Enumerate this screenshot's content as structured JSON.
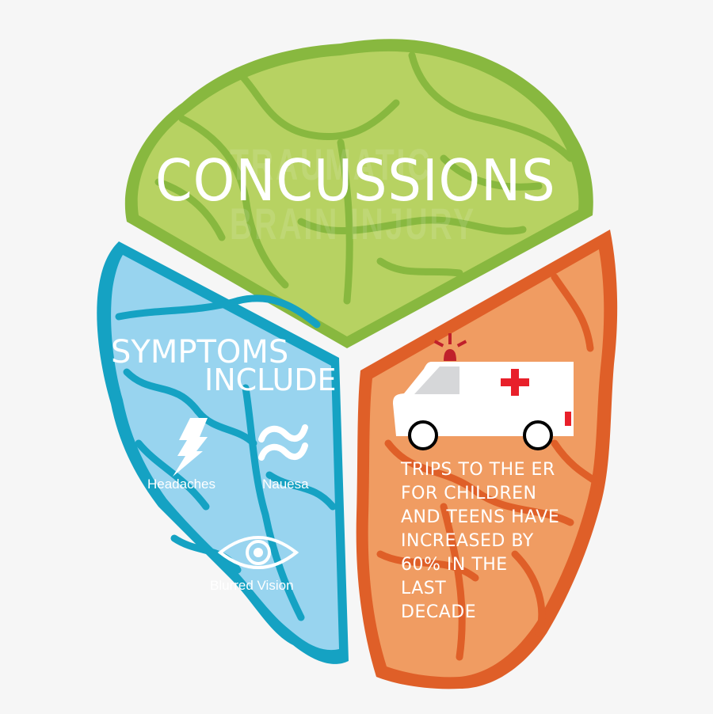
{
  "title": "CONCUSSIONS",
  "watermark": {
    "line1": "TRAUMATIC",
    "line2": "BRAIN INJURY"
  },
  "symptoms": {
    "heading_line1": "SYMPTOMS",
    "heading_line2": "INCLUDE",
    "items": [
      {
        "label": "Headaches",
        "icon": "lightning-bolt-icon"
      },
      {
        "label": "Nauesa",
        "icon": "wavy-lines-icon"
      },
      {
        "label": "Blurred Vision",
        "icon": "eye-icon"
      }
    ]
  },
  "er_stat": {
    "icon": "ambulance-icon",
    "lines": [
      "TRIPS TO THE ER",
      "FOR CHILDREN",
      "AND TEENS HAVE",
      "INCREASED BY",
      "60% IN THE",
      "LAST",
      "DECADE"
    ]
  },
  "colors": {
    "green_light": "#b7d262",
    "green_dark": "#88b83f",
    "blue_light": "#98d4ef",
    "blue_dark": "#15a2c3",
    "orange_light": "#f09c62",
    "orange_dark": "#df5f28",
    "cross_red": "#e8202a",
    "background": "#f6f6f6"
  }
}
